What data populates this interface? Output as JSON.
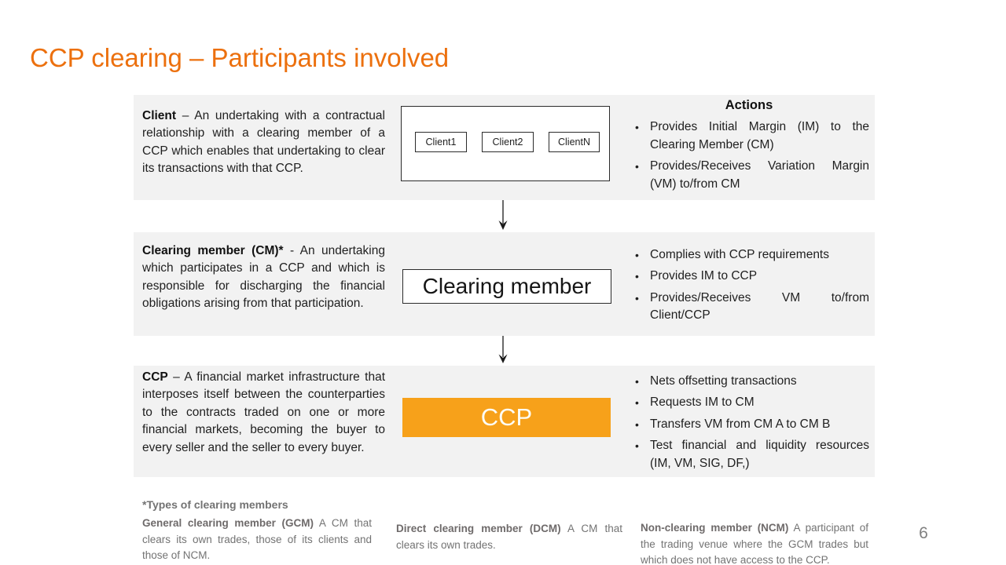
{
  "slide": {
    "title": "CCP clearing – Participants involved",
    "page_number": "6"
  },
  "colors": {
    "title_orange": "#EC700E",
    "ccp_box_orange": "#F7A11A",
    "band_gray": "#F2F2F2",
    "footnote_gray": "#737373"
  },
  "icons": {
    "flow_arrow": "down-arrow"
  },
  "rows": [
    {
      "term": "Client",
      "definition": "– An undertaking with a contractual relationship with a clearing member of a CCP which enables that undertaking to clear its transactions with that CCP.",
      "diagram": {
        "clients": [
          "Client1",
          "Client2",
          "ClientN"
        ]
      },
      "actions_header": "Actions",
      "bullets": [
        "Provides Initial Margin (IM) to the Clearing Member (CM)",
        "Provides/Receives Variation Margin (VM) to/from CM"
      ]
    },
    {
      "term": "Clearing member (CM)*",
      "definition": "- An undertaking which participates in a CCP and which is responsible for discharging the financial obligations arising from that participation.",
      "diagram": {
        "box_label": "Clearing member"
      },
      "bullets": [
        "Complies with CCP requirements",
        "Provides IM to CCP",
        "Provides/Receives VM to/from Client/CCP"
      ]
    },
    {
      "term": "CCP",
      "definition": "– A financial market infrastructure that interposes itself between the counterparties to the contracts traded on one or more financial markets, becoming the buyer to every seller and the seller to every buyer.",
      "diagram": {
        "box_label": "CCP"
      },
      "bullets": [
        "Nets offsetting transactions",
        "Requests IM to CM",
        "Transfers VM from CM A to CM B",
        "Test financial and liquidity resources (IM, VM, SIG, DF,)"
      ]
    }
  ],
  "footnotes": {
    "heading": "*Types of clearing members",
    "items": [
      {
        "term": "General clearing member (GCM)",
        "text": "A CM that clears its own trades, those of its clients and those of NCM."
      },
      {
        "term": "Direct clearing member (DCM)",
        "text": "A CM that clears its own trades."
      },
      {
        "term": "Non-clearing member (NCM)",
        "text": "A participant of the trading venue where the GCM trades but which does not have access to the CCP."
      }
    ]
  }
}
